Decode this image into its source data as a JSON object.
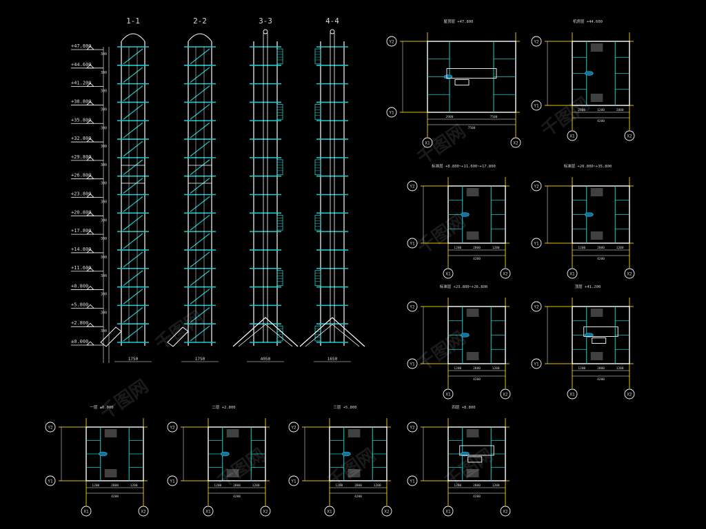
{
  "colors": {
    "background": "#000000",
    "line_white": "#ffffff",
    "line_cyan": "#19d0d0",
    "line_yellow": "#e6c200",
    "line_grey": "#8a8a8a",
    "label_text": "#d8d8d8"
  },
  "watermark": {
    "text": "千图网"
  },
  "sections": [
    {
      "label": "1-1",
      "type": "stair"
    },
    {
      "label": "2-2",
      "type": "stair"
    },
    {
      "label": "3-3",
      "type": "elevator"
    },
    {
      "label": "4-4",
      "type": "elevator"
    }
  ],
  "elevation_levels": [
    "+47.800",
    "+44.600",
    "+41.200",
    "+38.800",
    "+35.800",
    "+32.800",
    "+29.800",
    "+26.800",
    "+23.800",
    "+20.800",
    "+17.800",
    "+14.800",
    "+11.600",
    "+8.800",
    "+5.800",
    "+2.800",
    "±0.000"
  ],
  "section_widths": {
    "1-1": "1750",
    "2-2": "1750",
    "3-3": "4050",
    "4-4": "1650"
  },
  "plans": [
    {
      "id": "plan-a",
      "title": "屋顶层 +47.800",
      "axis_left": [
        "Y2",
        "Y1"
      ],
      "axis_bottom": [
        "X1",
        "X2"
      ],
      "total": "7500",
      "dims": [
        "2900",
        "7500"
      ],
      "kind": "roof"
    },
    {
      "id": "plan-b",
      "title": "机房层 +44.600",
      "axis_left": [
        "Y2",
        "Y1"
      ],
      "axis_bottom": [
        "X1",
        "X2"
      ],
      "total": "4200",
      "dims": [
        "2000",
        "1200",
        "2000"
      ],
      "kind": "stair-top"
    },
    {
      "id": "plan-c",
      "title": "标准层 +8.800~+11.600~+17.800",
      "axis_left": [
        "Y2",
        "Y1"
      ],
      "axis_bottom": [
        "X1",
        "X2"
      ],
      "total": "4200",
      "dims": [
        "1200",
        "2800",
        "1200"
      ],
      "kind": "standard"
    },
    {
      "id": "plan-d",
      "title": "标准层 +20.800~+35.800",
      "axis_left": [
        "Y2",
        "Y1"
      ],
      "axis_bottom": [
        "X1",
        "X2"
      ],
      "total": "4200",
      "dims": [
        "1200",
        "2800",
        "1200"
      ],
      "kind": "standard"
    },
    {
      "id": "plan-e",
      "title": "标准层 +23.800~+26.800",
      "axis_left": [
        "Y2",
        "Y1"
      ],
      "axis_bottom": [
        "X1",
        "X2"
      ],
      "total": "4200",
      "dims": [
        "1200",
        "2800",
        "1200"
      ],
      "kind": "standard"
    },
    {
      "id": "plan-f",
      "title": "顶层 +41.200",
      "axis_left": [
        "Y2",
        "Y1"
      ],
      "axis_bottom": [
        "X1",
        "X2"
      ],
      "total": "4200",
      "dims": [
        "1200",
        "2800",
        "1200"
      ],
      "kind": "machine"
    },
    {
      "id": "plan-g",
      "title": "一层 ±0.000",
      "axis_left": [
        "Y2",
        "Y1"
      ],
      "axis_bottom": [
        "X1",
        "X2"
      ],
      "total": "4200",
      "dims": [
        "1200",
        "2800",
        "1200"
      ],
      "kind": "ground"
    },
    {
      "id": "plan-h",
      "title": "二层 +2.800",
      "axis_left": [
        "Y2",
        "Y1"
      ],
      "axis_bottom": [
        "X1",
        "X2"
      ],
      "total": "4200",
      "dims": [
        "1200",
        "2800",
        "1200"
      ],
      "kind": "standard"
    },
    {
      "id": "plan-i",
      "title": "三层 +5.800",
      "axis_left": [
        "Y2",
        "Y1"
      ],
      "axis_bottom": [
        "X1",
        "X2"
      ],
      "total": "4200",
      "dims": [
        "1200",
        "2800",
        "1200"
      ],
      "kind": "stair-mid"
    },
    {
      "id": "plan-j",
      "title": "四层 +8.800",
      "axis_left": [
        "Y2",
        "Y1"
      ],
      "axis_bottom": [
        "X1",
        "X2"
      ],
      "total": "4200",
      "dims": [
        "1200",
        "2800",
        "1200"
      ],
      "kind": "machine2"
    }
  ]
}
